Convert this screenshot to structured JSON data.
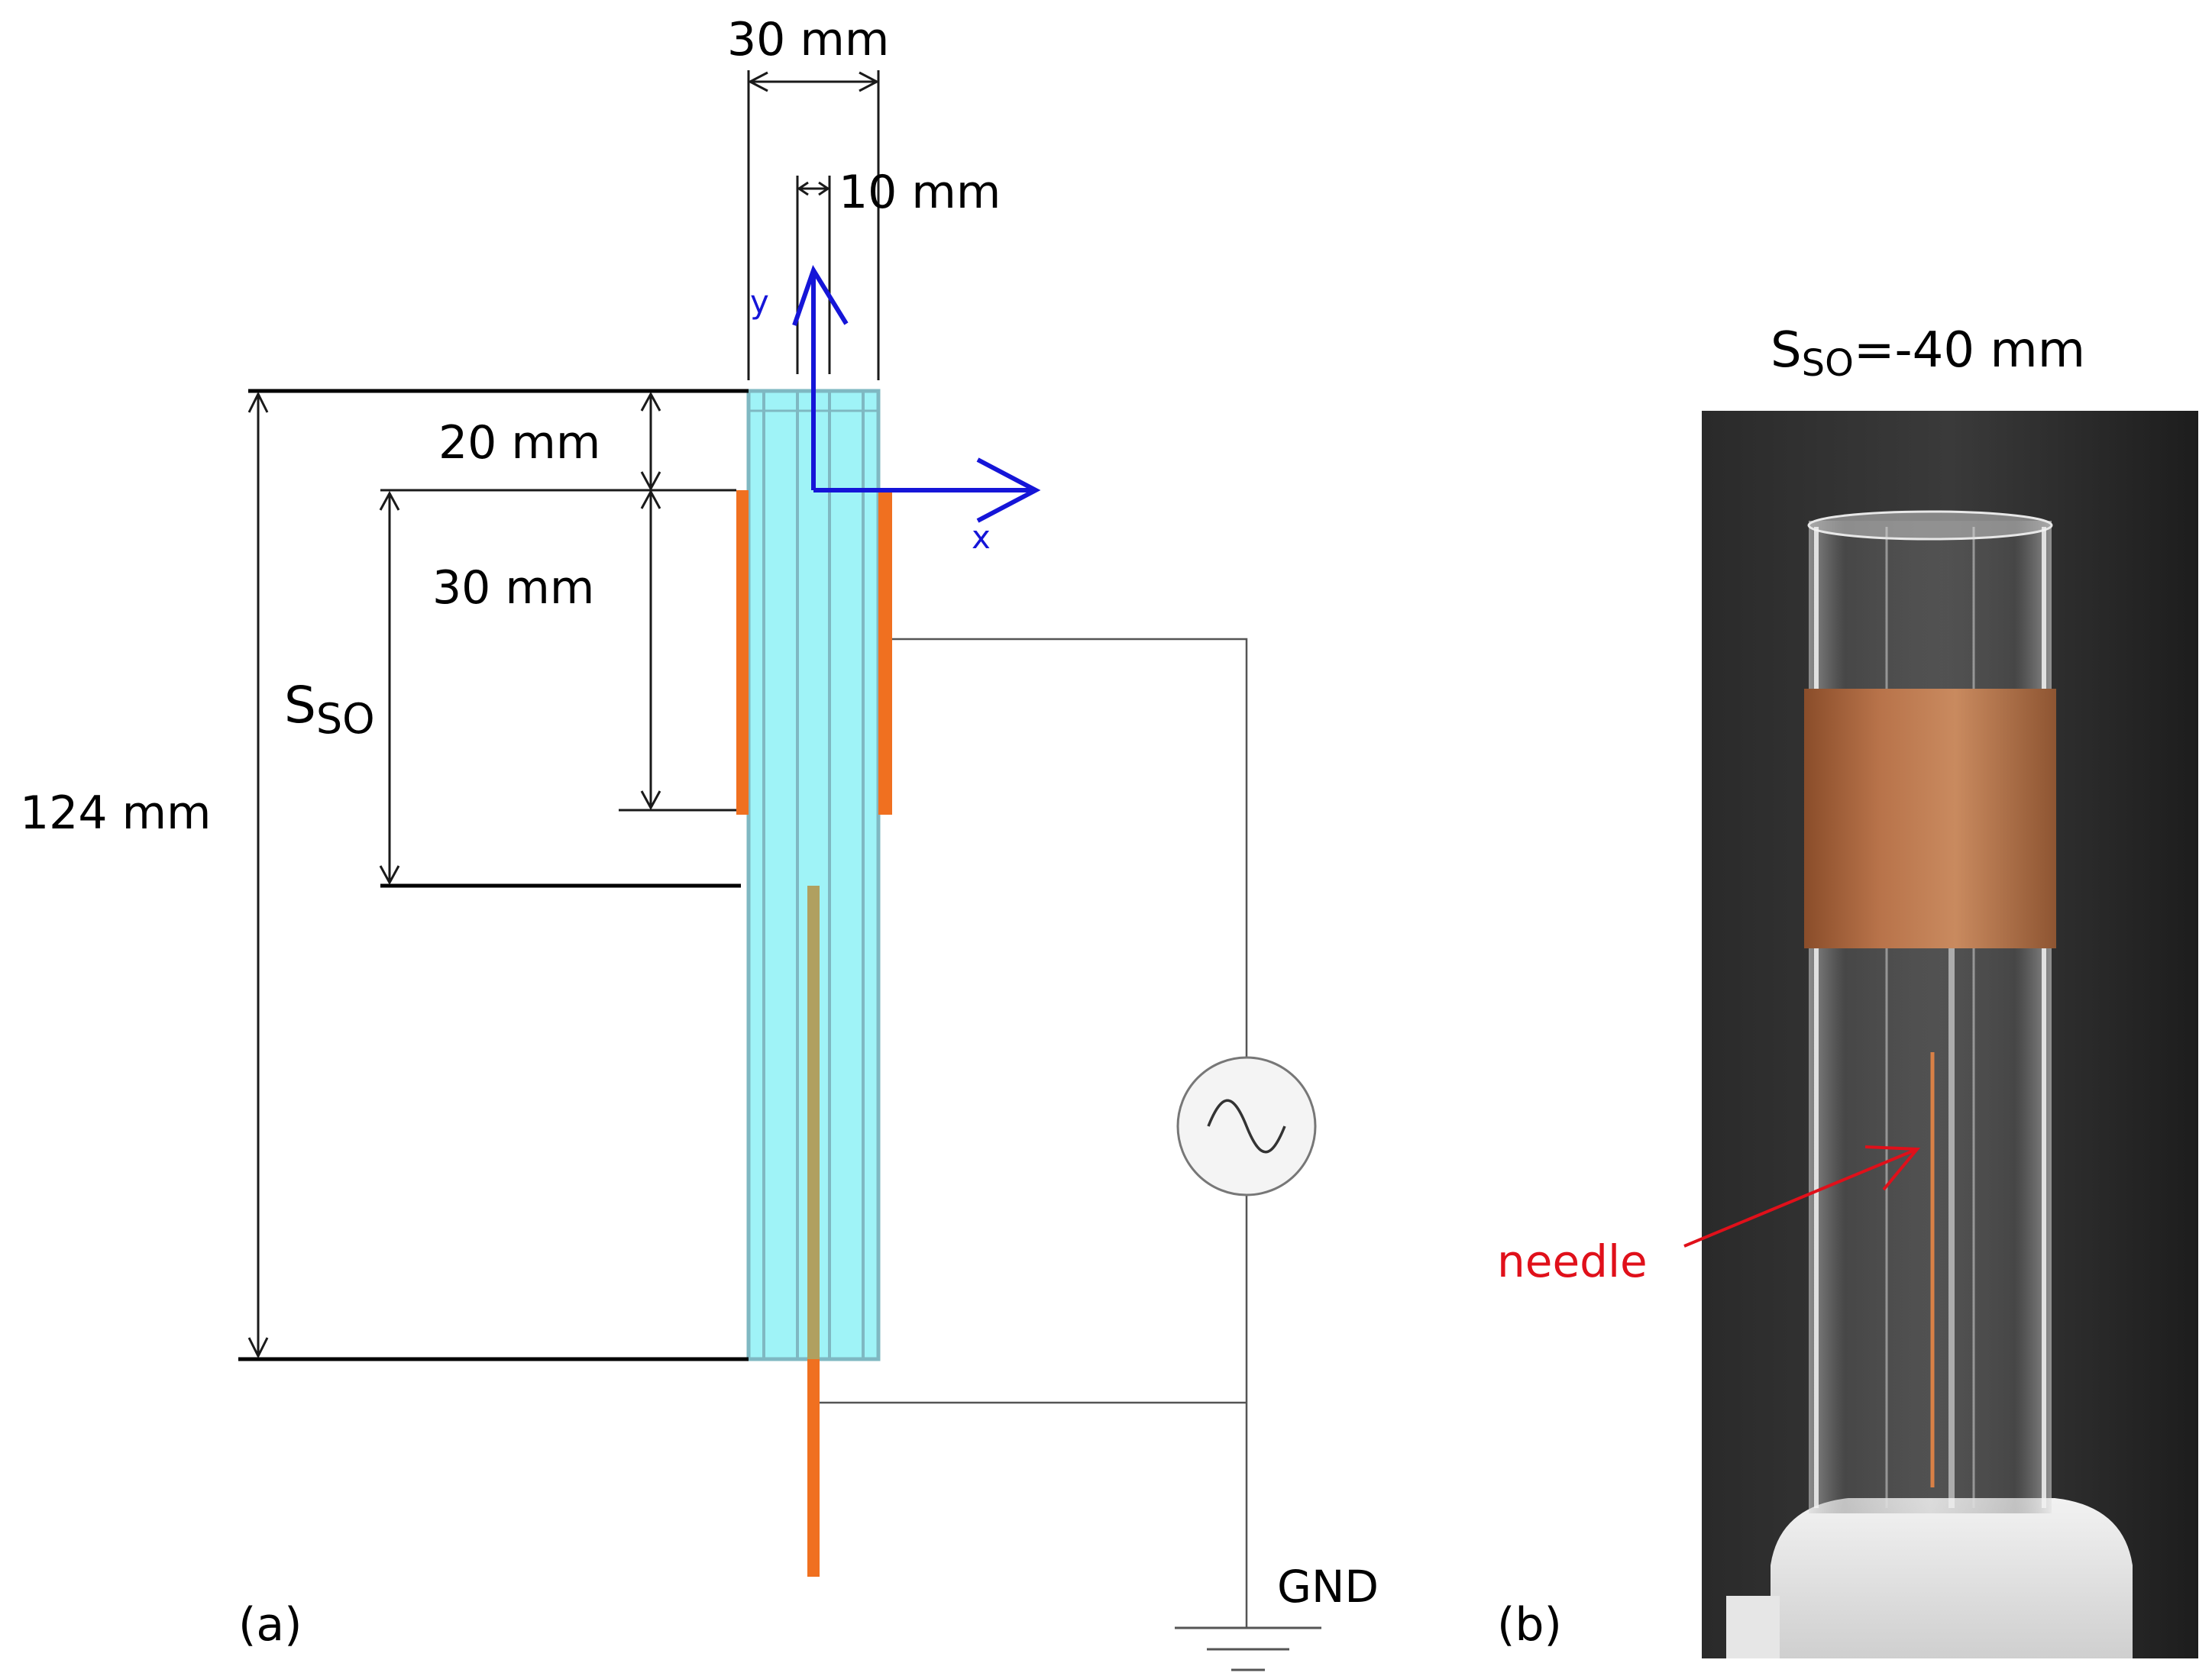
{
  "panel_a": {
    "label": "(a)",
    "dim_top_outer": "30 mm",
    "dim_top_inner": "10 mm",
    "dim_20": "20 mm",
    "dim_30": "30 mm",
    "dim_sso_main": "S",
    "dim_sso_sub": "SO",
    "dim_124": "124 mm",
    "axis_y": "y",
    "axis_x": "x",
    "ground": "GND"
  },
  "panel_b": {
    "label": "(b)",
    "title_main": "S",
    "title_sub": "SO",
    "title_rest": "=-40 mm",
    "needle_label": "needle"
  },
  "colors": {
    "electrode": "#f07020",
    "tube": "#9ff3f7",
    "tube_edge": "#7fb8c2",
    "needle": "#b0a060",
    "axis": "#1515d8",
    "annotation": "#e0101a"
  }
}
